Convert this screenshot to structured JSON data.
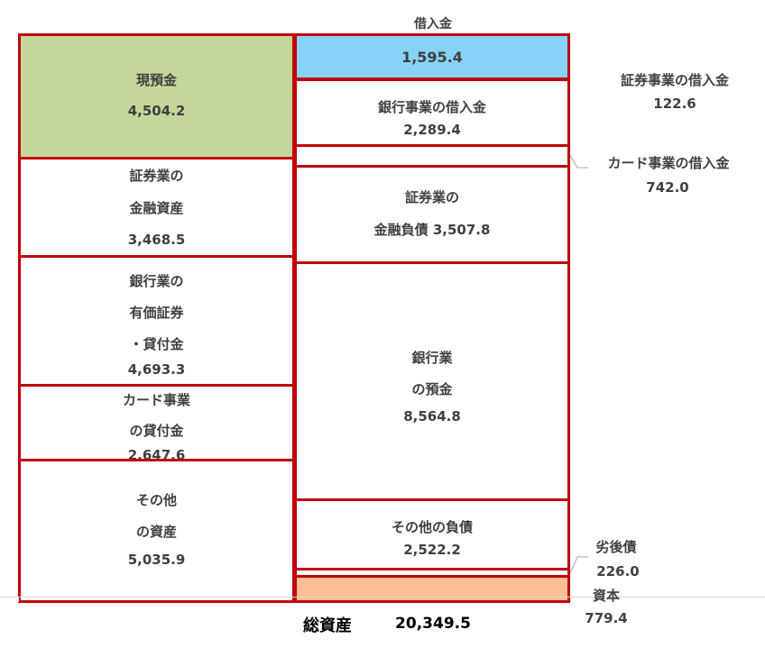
{
  "chart_data": {
    "type": "stacked balance sheet (marimekko)",
    "total": {
      "label": "総資産",
      "value": "20,349.5"
    },
    "assets": [
      {
        "l1": "現預金",
        "l2": "",
        "l3": "",
        "value": "4,504.2",
        "color": "#c4d79b"
      },
      {
        "l1": "証券業の",
        "l2": "金融資産",
        "l3": "",
        "value": "3,468.5",
        "color": "#ffffff"
      },
      {
        "l1": "銀行業の",
        "l2": "有価証券",
        "l3": "・貸付金",
        "value": "4,693.3",
        "color": "#ffffff"
      },
      {
        "l1": "カード事業",
        "l2": "の貸付金",
        "l3": "",
        "value": "2,647.6",
        "color": "#ffffff"
      },
      {
        "l1": "その他",
        "l2": "の資産",
        "l3": "",
        "value": "5,035.9",
        "color": "#ffffff"
      }
    ],
    "liabilities": [
      {
        "l1": "",
        "l2": "",
        "value": "1,595.4",
        "color": "#87d3f8"
      },
      {
        "l1": "銀行事業の借入金",
        "l2": "",
        "value": "2,289.4",
        "color": "#ffffff"
      },
      {
        "l1": "",
        "l2": "",
        "value": "",
        "color": "#ffffff"
      },
      {
        "l1": "証券業の",
        "l2": "金融負債 3,507.8",
        "value": "",
        "color": "#ffffff"
      },
      {
        "l1": "銀行業",
        "l2": "の預金",
        "value": "8,564.8",
        "color": "#ffffff"
      },
      {
        "l1": "その他の負債",
        "l2": "",
        "value": "2,522.2",
        "color": "#ffffff"
      },
      {
        "l1": "",
        "l2": "",
        "value": "",
        "color": "#ffffff"
      },
      {
        "l1": "",
        "l2": "",
        "value": "",
        "color": "#fbbf93"
      }
    ],
    "outside_labels": [
      {
        "name": "借入金",
        "value": ""
      },
      {
        "name": "証券事業の借入金",
        "value": "122.6"
      },
      {
        "name": "カード事業の借入金",
        "value": "742.0"
      },
      {
        "name": "劣後債",
        "value": "226.0"
      },
      {
        "name": "資本",
        "value": "779.4"
      }
    ],
    "border_color": "#c0000b"
  }
}
